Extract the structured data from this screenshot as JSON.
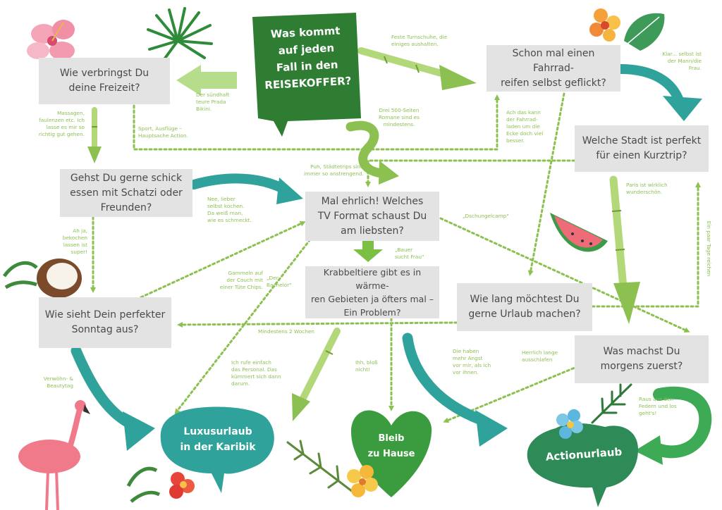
{
  "title": "Was kommt\nauf jeden\nFall in den\nREISEKOFFER?",
  "colors": {
    "answer_green": "#8cc152",
    "box_gray": "#e3e3e3",
    "bubble_green": "#3f9a46",
    "arrow_teal": "#2aa39a"
  },
  "questions": {
    "freizeit": "Wie verbringst Du\ndeine Freizeit?",
    "fahrrad": "Schon mal einen Fahrrad-\nreifen selbst geflickt?",
    "kurztrip": "Welche Stadt ist perfekt\nfür einen Kurztrip?",
    "schick": "Gehst Du gerne schick\nessen mit Schatzi oder\nFreunden?",
    "tv": "Mal ehrlich! Welches\nTV Format schaust Du\nam liebsten?",
    "krabbel": "Krabbeltiere gibt es in wärme-\nren Gebieten ja öfters mal –\nEin Problem?",
    "urlaub": "Wie lang möchtest Du\ngerne Urlaub machen?",
    "sonntag": "Wie sieht Dein perfekter\nSonntag aus?",
    "morgens": "Was machst Du\nmorgens zuerst?"
  },
  "answers": {
    "turnschuhe": "Feste Turnschuhe, die\neiniges aushalten.",
    "prada": "Der sündhaft\nteure Prada\nBikini.",
    "klar": "Klar... selbst ist\nder Mann/die\nFrau.",
    "massagen": "Massagen,\nfaulenzen etc. Ich\nlasse es mir so\nrichtig gut gehen.",
    "sport": "Sport, Ausflüge –\nHauptsache Action.",
    "romane": "Drei 500-Seiten\nRomane sind es\nmindestens.",
    "fahrradladen": "Ach das kann\nder Fahrrad-\nladen um die\nEcke doch viel\nbesser.",
    "staedte": "Puh, Städtetrips sind\nimmer so anstrengend.",
    "paris": "Paris ist wirklich\nwunderschön.",
    "nee": "Nee, lieber\nselbst kochen.\nDa weiß man,\nwie es schmeckt.",
    "dschungel": "„Dschungelcamp\"",
    "bekochen": "Ah ja,\nbekochen\nlassen ist\nsuper!",
    "bauer": "„Bauer\nsucht Frau\"",
    "tage": "Ein paar Tage reichen",
    "gammeln": "Gammeln auf\nder Couch mit\neiner Tüte Chips.",
    "bachelor": "„Der\nBachelor\"",
    "wochen": "Mindestens 2 Wochen",
    "personal": "Ich rufe einfach\ndas Personal. Das\nkümmert sich dann\ndarum.",
    "bleib": "Ihh, bloß\nnicht!",
    "angst": "Die haben\nmehr Angst\nvor mir, als ich\nvor ihnen.",
    "ausschlafen": "Herrlich lange\nausschlafen",
    "verwoehnen": "Verwöhn- &\nBeautytag",
    "federn": "Raus aus den\nFedern und los\ngeht's!"
  },
  "results": {
    "luxus": "Luxusurlaub\nin der Karibik",
    "zuhause": "Bleib\nzu Hause",
    "action": "Actionurlaub"
  }
}
